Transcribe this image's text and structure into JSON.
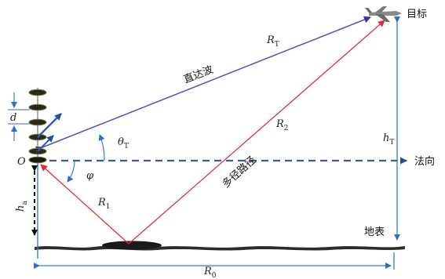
{
  "labels": {
    "target": "目标",
    "direct_wave": "直达波",
    "multipath": "多径路径",
    "boresight": "法向",
    "ground": "地表",
    "origin": "O",
    "R_T_main": "R",
    "R_T_sub": "T",
    "R2_main": "R",
    "R2_sub": "2",
    "R1_main": "R",
    "R1_sub": "1",
    "R0_main": "R",
    "R0_sub": "0",
    "hT_main": "h",
    "hT_sub": "T",
    "ha_main": "h",
    "ha_sub": "a",
    "theta_main": "θ",
    "theta_sub": "T",
    "phi": "φ",
    "d": "d"
  },
  "colors": {
    "direct": "#5b4fb0",
    "multipath": "#d8303e",
    "boresight": "#2f5f9a",
    "axis": "#2f7fd0",
    "antenna": "#2a2a1a",
    "ground": "#2c2c2c",
    "element_arrow": "#2a5fb0"
  }
}
